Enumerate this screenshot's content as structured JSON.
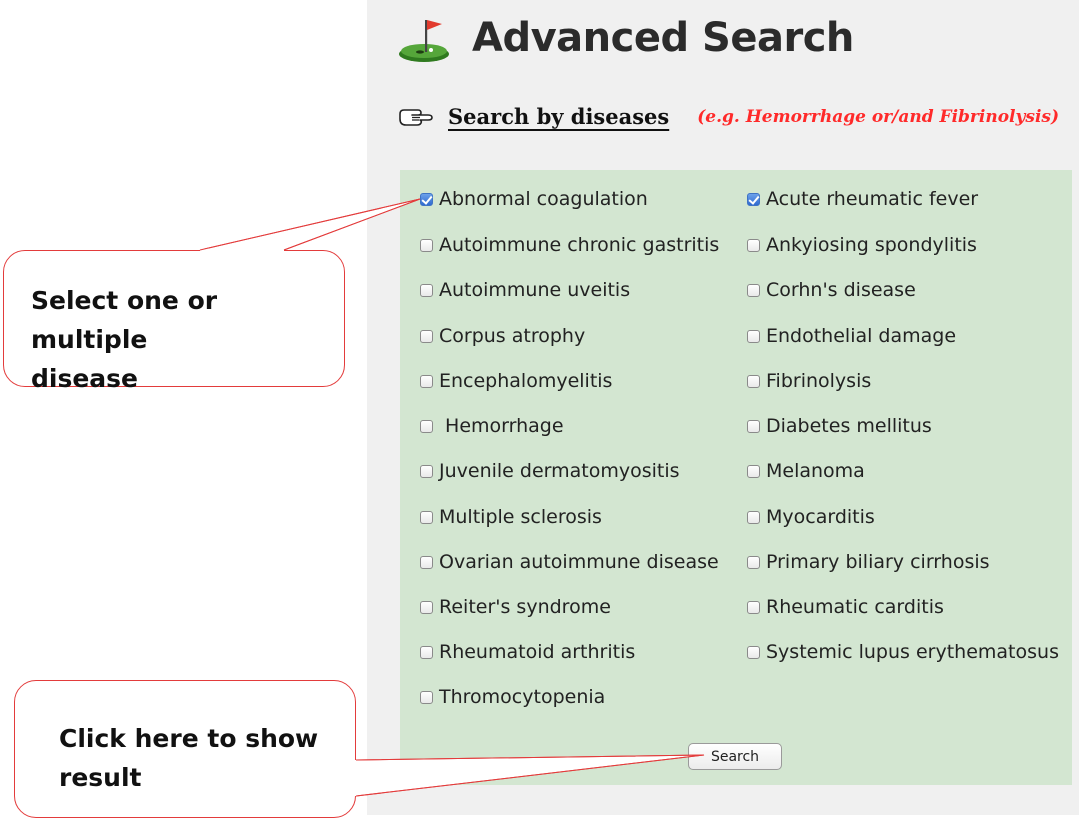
{
  "header": {
    "title": "Advanced Search",
    "icon": "golf-flag-icon"
  },
  "section": {
    "icon": "pointing-hand-icon",
    "heading": "Search by diseases",
    "hint": "(e.g. Hemorrhage or/and Fibrinolysis)"
  },
  "diseases_left": [
    {
      "label": "Abnormal coagulation",
      "checked": true
    },
    {
      "label": "Autoimmune chronic gastritis",
      "checked": false
    },
    {
      "label": "Autoimmune uveitis",
      "checked": false
    },
    {
      "label": "Corpus atrophy",
      "checked": false
    },
    {
      "label": "Encephalomyelitis",
      "checked": false
    },
    {
      "label": " Hemorrhage",
      "checked": false
    },
    {
      "label": "Juvenile dermatomyositis",
      "checked": false
    },
    {
      "label": "Multiple sclerosis",
      "checked": false
    },
    {
      "label": "Ovarian autoimmune disease",
      "checked": false
    },
    {
      "label": "Reiter's syndrome",
      "checked": false
    },
    {
      "label": "Rheumatoid arthritis",
      "checked": false
    },
    {
      "label": "Thromocytopenia",
      "checked": false
    }
  ],
  "diseases_right": [
    {
      "label": "Acute rheumatic fever",
      "checked": true
    },
    {
      "label": "Ankyiosing spondylitis",
      "checked": false
    },
    {
      "label": "Corhn's disease",
      "checked": false
    },
    {
      "label": "Endothelial damage",
      "checked": false
    },
    {
      "label": "Fibrinolysis",
      "checked": false
    },
    {
      "label": "Diabetes mellitus",
      "checked": false
    },
    {
      "label": "Melanoma",
      "checked": false
    },
    {
      "label": "Myocarditis",
      "checked": false
    },
    {
      "label": "Primary biliary cirrhosis",
      "checked": false
    },
    {
      "label": "Rheumatic carditis",
      "checked": false
    },
    {
      "label": "Systemic lupus erythematosus",
      "checked": false
    }
  ],
  "search_button": {
    "label": "Search"
  },
  "callouts": {
    "select": {
      "line1": "Select one or multiple",
      "line2": "disease"
    },
    "click": {
      "line1": "Click here to show",
      "line2": "result"
    }
  },
  "colors": {
    "panel_bg": "#f0f0f0",
    "grid_bg": "#d3e6d1",
    "hint_red": "#ff2a2a",
    "callout_border": "#e33b3b"
  }
}
